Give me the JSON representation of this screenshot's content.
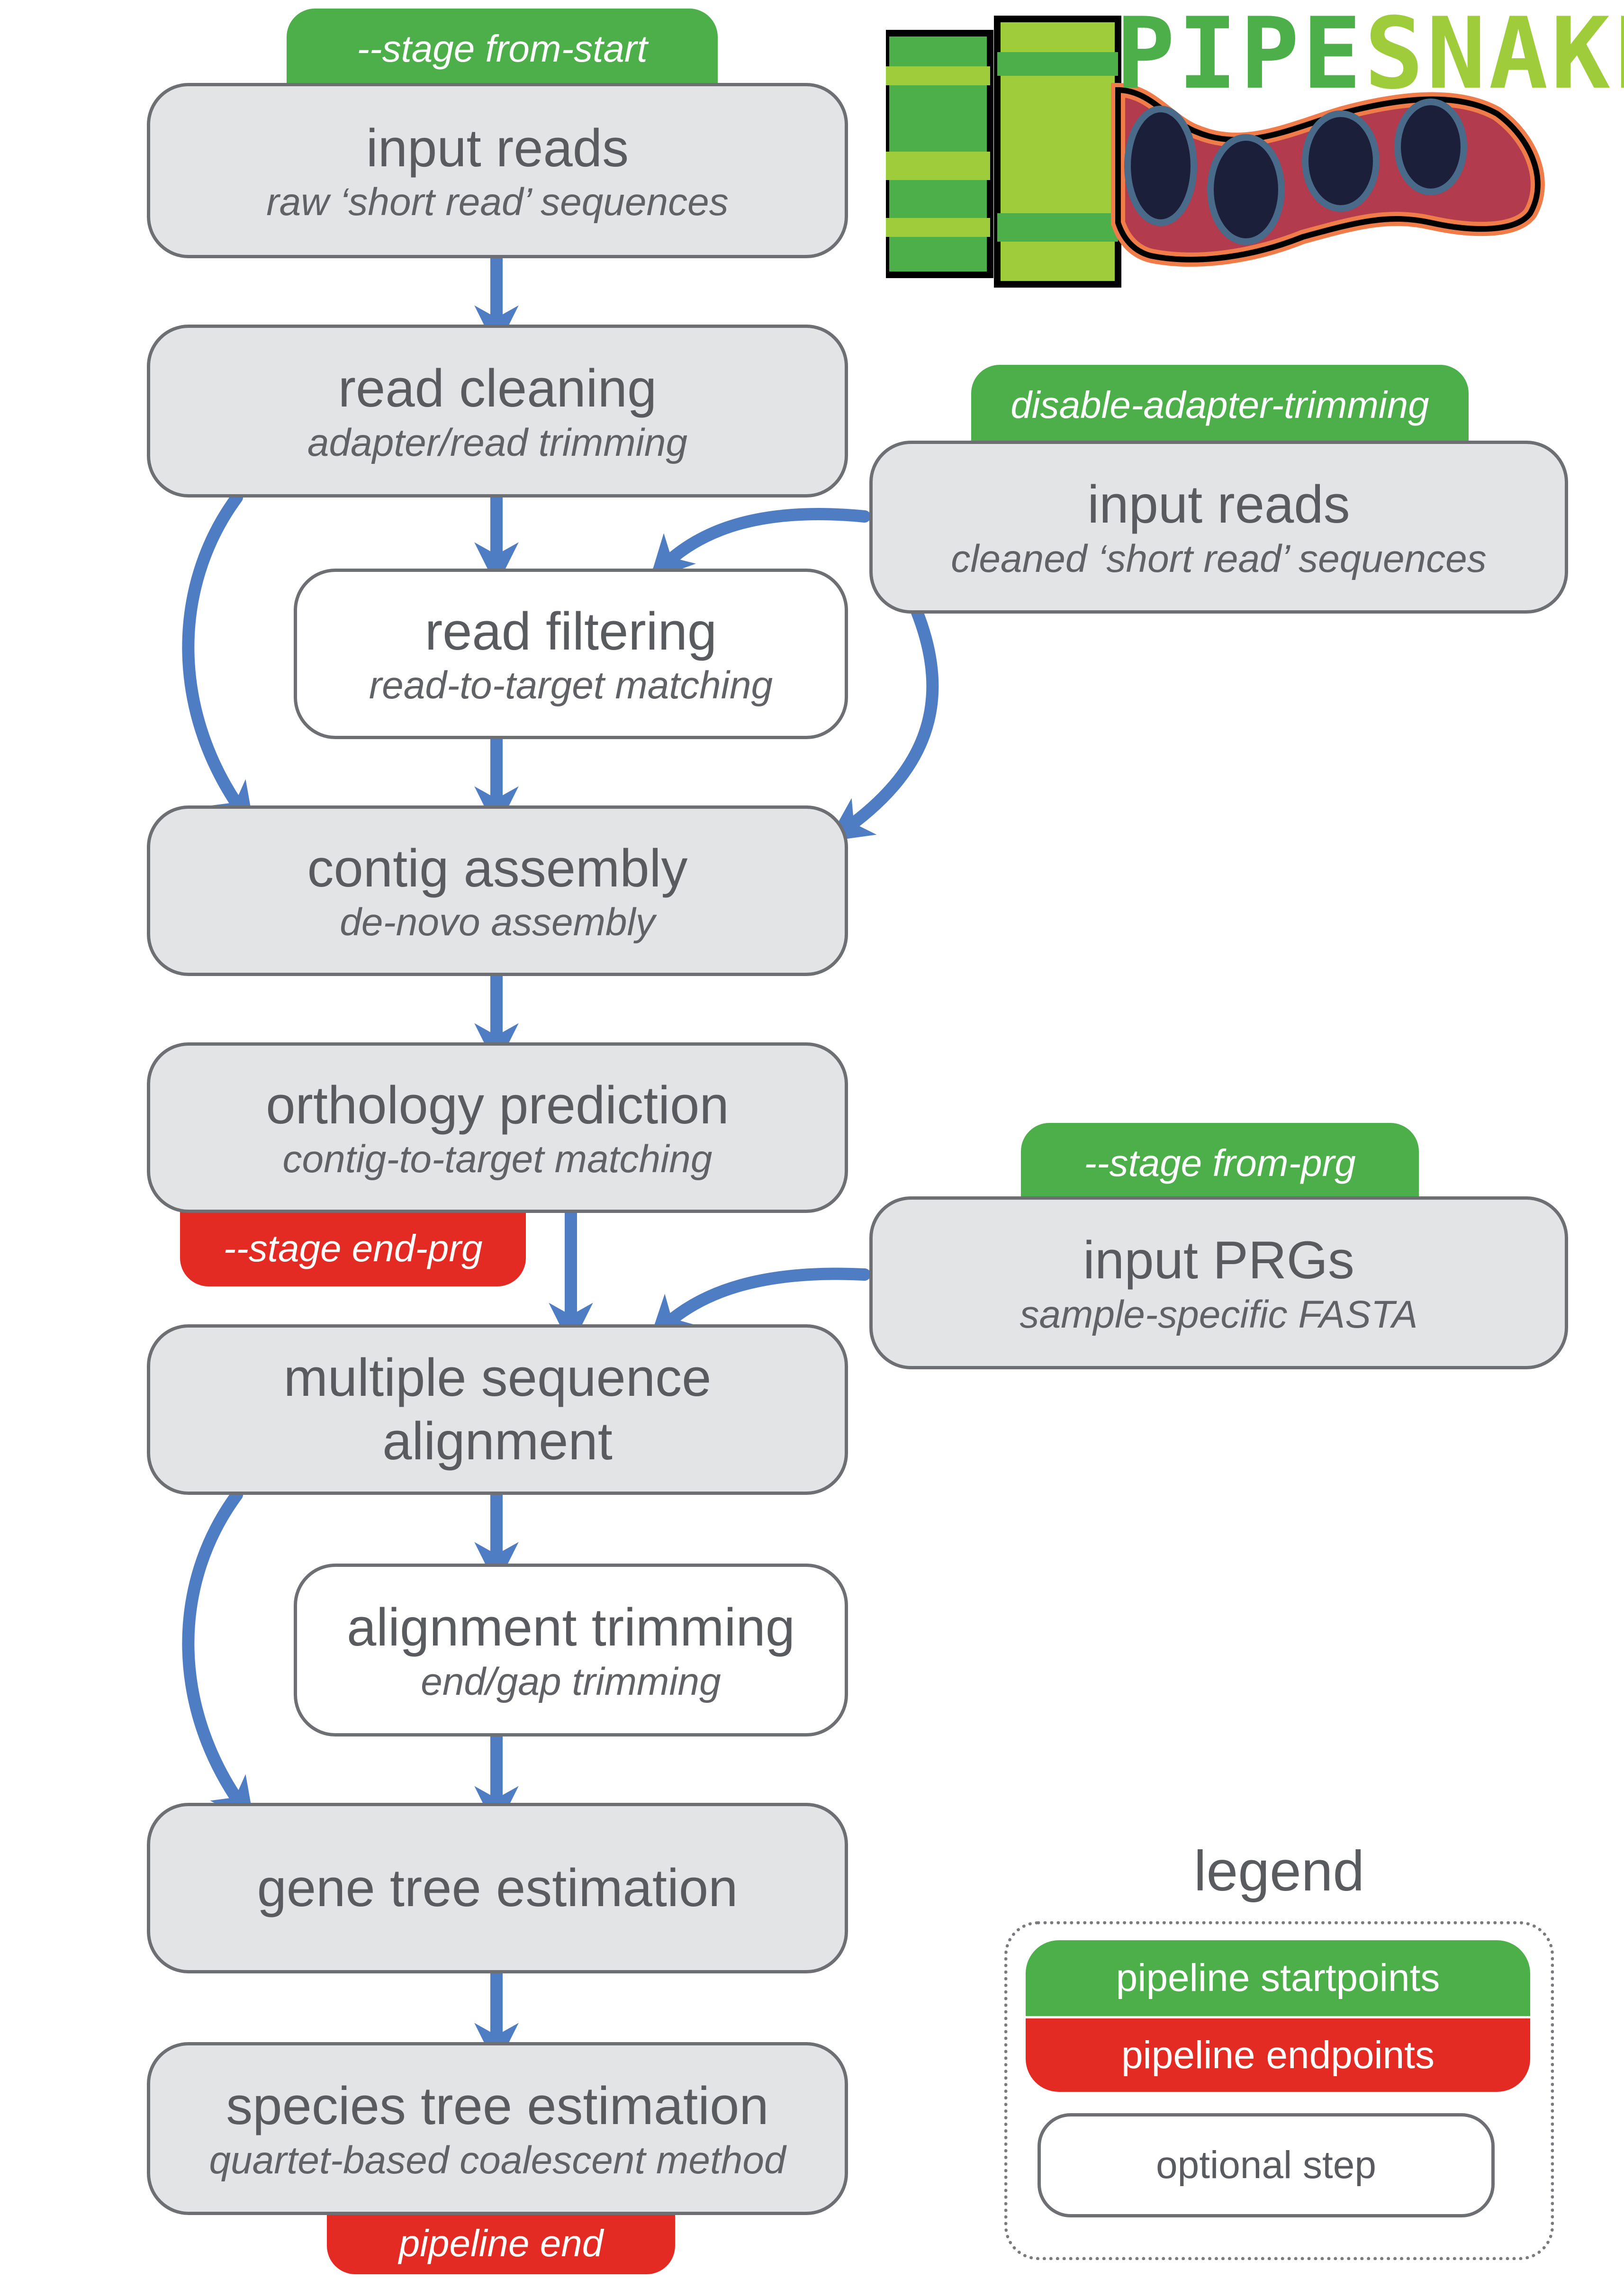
{
  "logo": {
    "word_part1": "PIPE",
    "word_part2": "SNAKE"
  },
  "nodes": {
    "input_reads": {
      "title": "input reads",
      "subtitle": "raw ‘short read’ sequences"
    },
    "read_cleaning": {
      "title": "read cleaning",
      "subtitle": "adapter/read trimming"
    },
    "input_reads_cleaned": {
      "title": "input reads",
      "subtitle": "cleaned ‘short read’ sequences"
    },
    "read_filtering": {
      "title": "read filtering",
      "subtitle": "read-to-target matching"
    },
    "contig_assembly": {
      "title": "contig assembly",
      "subtitle": "de-novo assembly"
    },
    "orthology_prediction": {
      "title": "orthology prediction",
      "subtitle": "contig-to-target matching"
    },
    "input_prgs": {
      "title": "input PRGs",
      "subtitle": "sample-specific FASTA"
    },
    "msa": {
      "title_line1": "multiple sequence",
      "title_line2": "alignment"
    },
    "alignment_trimming": {
      "title": "alignment trimming",
      "subtitle": "end/gap trimming"
    },
    "gene_tree": {
      "title": "gene tree estimation"
    },
    "species_tree": {
      "title": "species tree estimation",
      "subtitle": "quartet-based coalescent method"
    }
  },
  "tags": {
    "stage_from_start": "--stage from-start",
    "disable_adapter_trimming": "disable-adapter-trimming",
    "stage_from_prg": "--stage from-prg",
    "stage_end_prg": "--stage end-prg",
    "pipeline_end": "pipeline end"
  },
  "legend": {
    "title": "legend",
    "startpoints": "pipeline startpoints",
    "endpoints": "pipeline endpoints",
    "optional": "optional step"
  },
  "colors": {
    "node_fill": "#e3e4e6",
    "node_border": "#6e6f72",
    "arrow": "#4f7dc4",
    "startpoint_green": "#4caf4a",
    "endpoint_red": "#e32b24",
    "logo_pipe_green": "#4caf4a",
    "logo_snake_lime": "#9fcc3b",
    "snake_red": "#b23b4e",
    "snake_orange": "#f07c4a",
    "snake_dark": "#1c1f3a"
  }
}
